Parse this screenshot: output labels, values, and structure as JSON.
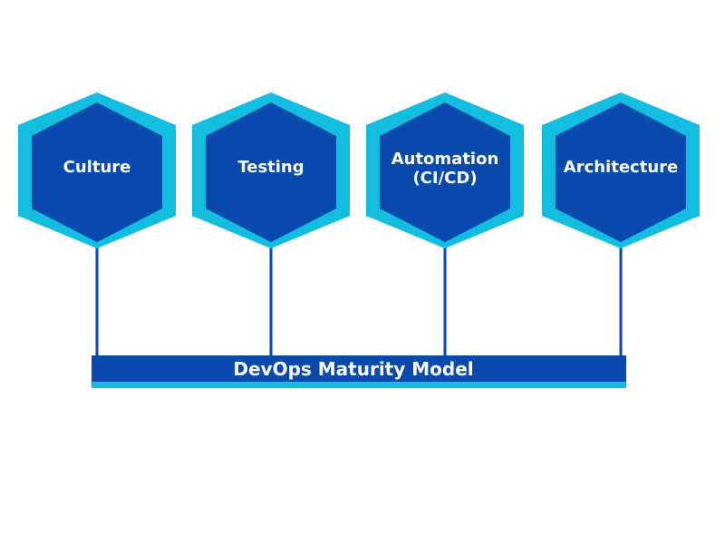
{
  "title": "DevOps Maturity Model",
  "colors": {
    "background": "#ffffff",
    "hex_outer": "#12bde0",
    "hex_inner": "#0b4aad",
    "connector": "#0b4aad",
    "base_bar": "#0b4aad",
    "base_accent": "#12bde0",
    "text": "#ffffff"
  },
  "pillars": [
    {
      "id": "culture",
      "label_lines": [
        "Culture"
      ]
    },
    {
      "id": "testing",
      "label_lines": [
        "Testing"
      ]
    },
    {
      "id": "automation",
      "label_lines": [
        "Automation",
        "(CI/CD)"
      ]
    },
    {
      "id": "architecture",
      "label_lines": [
        "Architecture"
      ]
    }
  ],
  "base": {
    "label": "DevOps Maturity Model"
  }
}
